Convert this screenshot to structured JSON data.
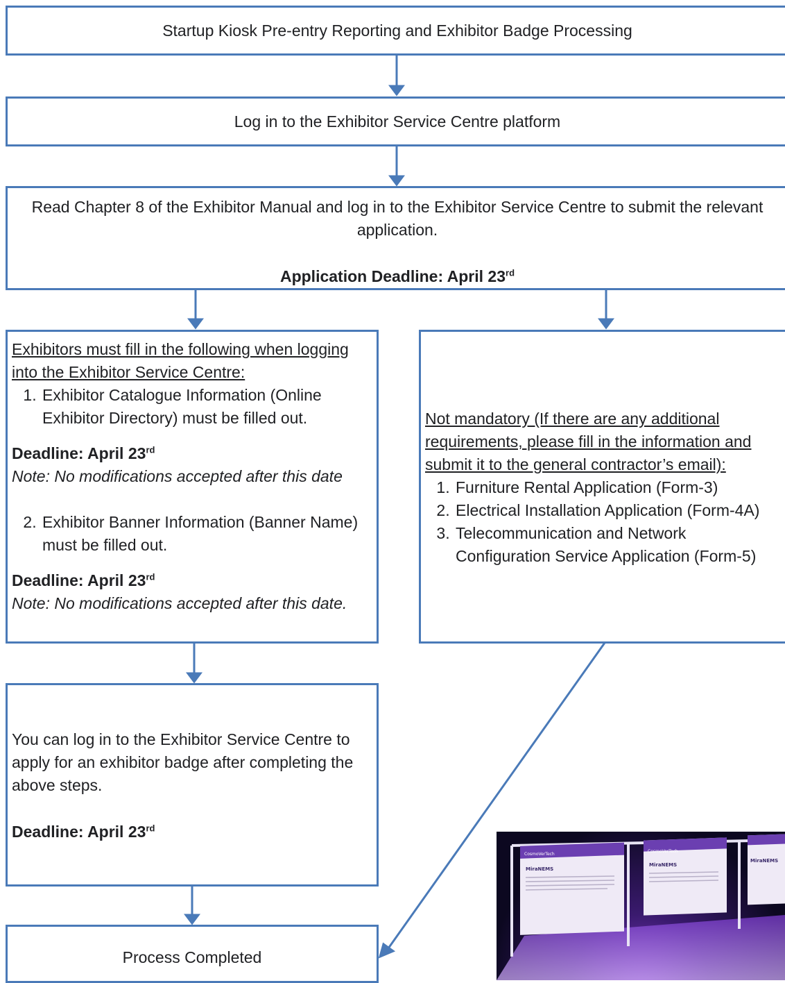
{
  "steps": {
    "step1": "Startup Kiosk Pre-entry Reporting and Exhibitor Badge Processing",
    "step2": "Log in to the Exhibitor Service Centre platform",
    "step3": {
      "text": "Read Chapter 8 of the Exhibitor Manual and log in to the Exhibitor Service Centre to submit the relevant application.",
      "deadline": "Application Deadline: April 23",
      "deadline_sup": "rd"
    },
    "left": {
      "heading": "Exhibitors must fill in the following when logging into the Exhibitor Service Centre:",
      "item1": "Exhibitor Catalogue Information (Online Exhibitor Directory) must be filled out.",
      "deadline1": "Deadline: April 23",
      "deadline1_sup": "rd",
      "note1": "Note: No modifications accepted after this date",
      "item2": "Exhibitor Banner Information (Banner Name) must be filled out.",
      "deadline2": "Deadline: April 23",
      "deadline2_sup": "rd",
      "note2": "Note: No modifications accepted after this date."
    },
    "right": {
      "heading": "Not mandatory (If there are any additional requirements, please fill in the information and submit it to the general contractor’s email):",
      "items": [
        "Furniture Rental Application (Form-3)",
        "Electrical Installation Application (Form-4A)",
        "Telecommunication and Network Configuration Service Application (Form-5)"
      ]
    },
    "badge": {
      "text": "You can log in to the Exhibitor Service Centre to apply for an exhibitor badge after completing the above steps.",
      "deadline": "Deadline: April 23",
      "deadline_sup": "rd"
    },
    "final": "Process Completed"
  },
  "colors": {
    "border": "#4a7ab8",
    "arrow": "#4a7ab8"
  },
  "photo": {
    "description_icon": "exhibition-display-photo",
    "sign_brand": "CosmoVerTech",
    "sign_titles": [
      "MiraNEMS",
      "MiraNEMS",
      "MiraNEMS"
    ]
  }
}
